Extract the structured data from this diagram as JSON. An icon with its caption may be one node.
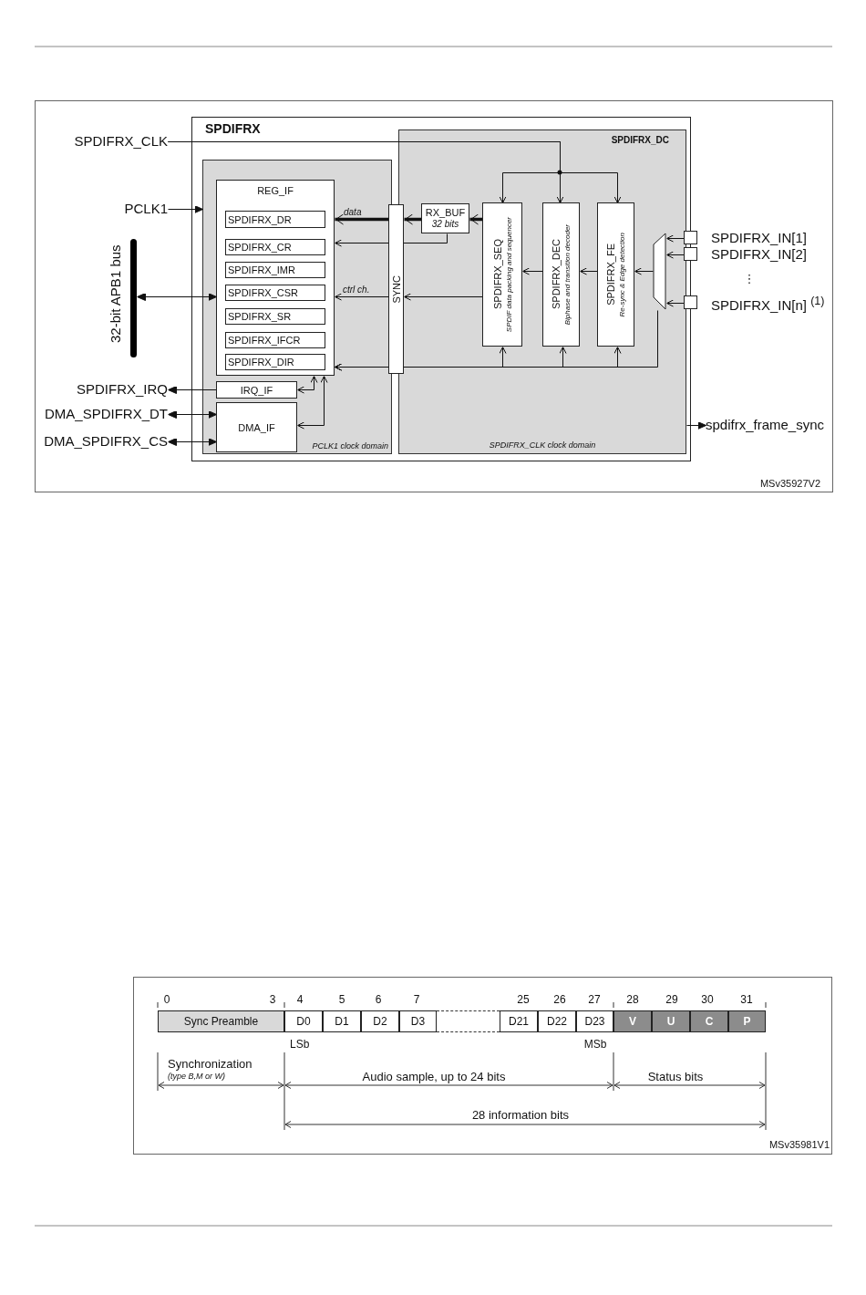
{
  "diagram": {
    "nodes": [
      {
        "text": [
          "SPDIFRX"
        ]
      },
      {
        "text": [
          "PCLK1 clock domain"
        ],
        "in": 0
      },
      {
        "text": [
          "REG_IF"
        ],
        "in": 1
      },
      {
        "text": [
          "SPDIFRX_DR"
        ],
        "in": 2
      },
      {
        "text": [
          "SPDIFRX_CR"
        ],
        "in": 2
      },
      {
        "text": [
          "SPDIFRX_IMR"
        ],
        "in": 2
      },
      {
        "text": [
          "SPDIFRX_CSR"
        ],
        "in": 2
      },
      {
        "text": [
          "SPDIFRX_SR"
        ],
        "in": 2
      },
      {
        "text": [
          "SPDIFRX_IFCR"
        ],
        "in": 2
      },
      {
        "text": [
          "SPDIFRX_DIR"
        ],
        "in": 2
      },
      {
        "text": [
          "IRQ_IF"
        ],
        "in": 1
      },
      {
        "text": [
          "DMA_IF"
        ],
        "in": 1
      },
      {
        "text": [
          "SPDIFRX_DC",
          "SPDIFRX_CLK clock domain"
        ],
        "in": 0
      },
      {
        "text": [
          "SYNC"
        ],
        "in": 0
      },
      {
        "text": [
          "RX_BUF",
          "32 bits"
        ],
        "in": 12
      },
      {
        "text": [
          "SPDIFRX_SEQ",
          "SPDIF data packing and sequencer"
        ],
        "in": 12
      },
      {
        "text": [
          "SPDIFRX_DEC",
          "Biphase and transition decoder"
        ],
        "in": 12
      },
      {
        "text": [
          "SPDIFRX_FE",
          "Re-sync & Edge detection"
        ],
        "in": 12
      },
      {
        "text": [],
        "shape": "trapezoid",
        "in": 12
      },
      {
        "text": [],
        "shape": "box",
        "beside": [
          "SPDIFRX_IN[1]"
        ]
      },
      {
        "text": [],
        "shape": "box",
        "beside": [
          "SPDIFRX_IN[2]"
        ]
      },
      {
        "text": [],
        "shape": "box",
        "beside": [
          "SPDIFRX_IN[n] $^{(1)}$"
        ]
      },
      {
        "text": [],
        "shape": "bar",
        "beside": [
          "32-bit APB1 bus"
        ]
      },
      {
        "text": [
          "SPDIFRX_CLK"
        ]
      },
      {
        "text": [
          "PCLK1"
        ]
      },
      {
        "text": [
          "SPDIFRX_IRQ"
        ]
      },
      {
        "text": [
          "DMA_SPDIFRX_DT"
        ]
      },
      {
        "text": [
          "DMA_SPDIFRX_CS"
        ]
      },
      {
        "text": [
          "spdifrx_frame_sync"
        ]
      },
      {
        "text": [
          "Sync Preamble"
        ]
      },
      {
        "text": [
          "D0"
        ]
      },
      {
        "text": [
          "D1"
        ]
      },
      {
        "text": [
          "D2"
        ]
      },
      {
        "text": [
          "D3"
        ]
      },
      {
        "text": [
          "D21"
        ]
      },
      {
        "text": [
          "D22"
        ]
      },
      {
        "text": [
          "D23"
        ]
      },
      {
        "text": [
          "V"
        ]
      },
      {
        "text": [
          "U"
        ]
      },
      {
        "text": [
          "C"
        ]
      },
      {
        "text": [
          "P"
        ]
      },
      {
        "text": [],
        "shape": "box"
      }
    ],
    "edges": [
      {
        "from": 23,
        "to": 15,
        "arrow": "to"
      },
      {
        "from": 23,
        "to": 16,
        "arrow": "to"
      },
      {
        "from": 23,
        "to": 17,
        "arrow": "to"
      },
      {
        "from": 24,
        "to": 1,
        "arrow": "to"
      },
      {
        "from": 22,
        "to": 2,
        "arrow": "both"
      },
      {
        "from": 10,
        "to": 25,
        "arrow": "to"
      },
      {
        "from": 26,
        "to": 11,
        "arrow": "both"
      },
      {
        "from": 27,
        "to": 11,
        "arrow": "both"
      },
      {
        "from": 13,
        "to": 2,
        "arrow": "to",
        "label": "data",
        "style": "thick"
      },
      {
        "from": 14,
        "to": 13,
        "arrow": "to",
        "style": "thick"
      },
      {
        "from": 15,
        "to": 14,
        "arrow": "to",
        "style": "thick"
      },
      {
        "from": 14,
        "to": 2,
        "arrow": "to"
      },
      {
        "from": 15,
        "to": 13,
        "arrow": "to"
      },
      {
        "from": 13,
        "to": 2,
        "arrow": "to",
        "label": "ctrl ch."
      },
      {
        "from": 16,
        "to": 15,
        "arrow": "to"
      },
      {
        "from": 17,
        "to": 16,
        "arrow": "to"
      },
      {
        "from": 18,
        "to": 17,
        "arrow": "to"
      },
      {
        "from": 19,
        "to": 18,
        "arrow": "to"
      },
      {
        "from": 20,
        "to": 18,
        "arrow": "to"
      },
      {
        "from": 21,
        "to": 18,
        "arrow": "to"
      },
      {
        "from": 2,
        "to": 15,
        "arrow": "both"
      },
      {
        "from": 2,
        "to": 16,
        "arrow": "both"
      },
      {
        "from": 2,
        "to": 17,
        "arrow": "both"
      },
      {
        "from": 2,
        "to": 18,
        "arrow": "none"
      },
      {
        "from": 2,
        "to": 10,
        "arrow": "both"
      },
      {
        "from": 2,
        "to": 11,
        "arrow": "both"
      },
      {
        "from": 12,
        "to": 28,
        "arrow": "to"
      }
    ],
    "labels": [
      "MSv35927V2",
      "⋮",
      "0",
      "3",
      "4",
      "5",
      "6",
      "7",
      "25",
      "26",
      "27",
      "28",
      "29",
      "30",
      "31",
      "LSb",
      "MSb",
      "Synchronization",
      "(type B,M or W)",
      "Audio sample, up to 24 bits",
      "Status bits",
      "28 information bits",
      "MSv35981V1"
    ]
  }
}
